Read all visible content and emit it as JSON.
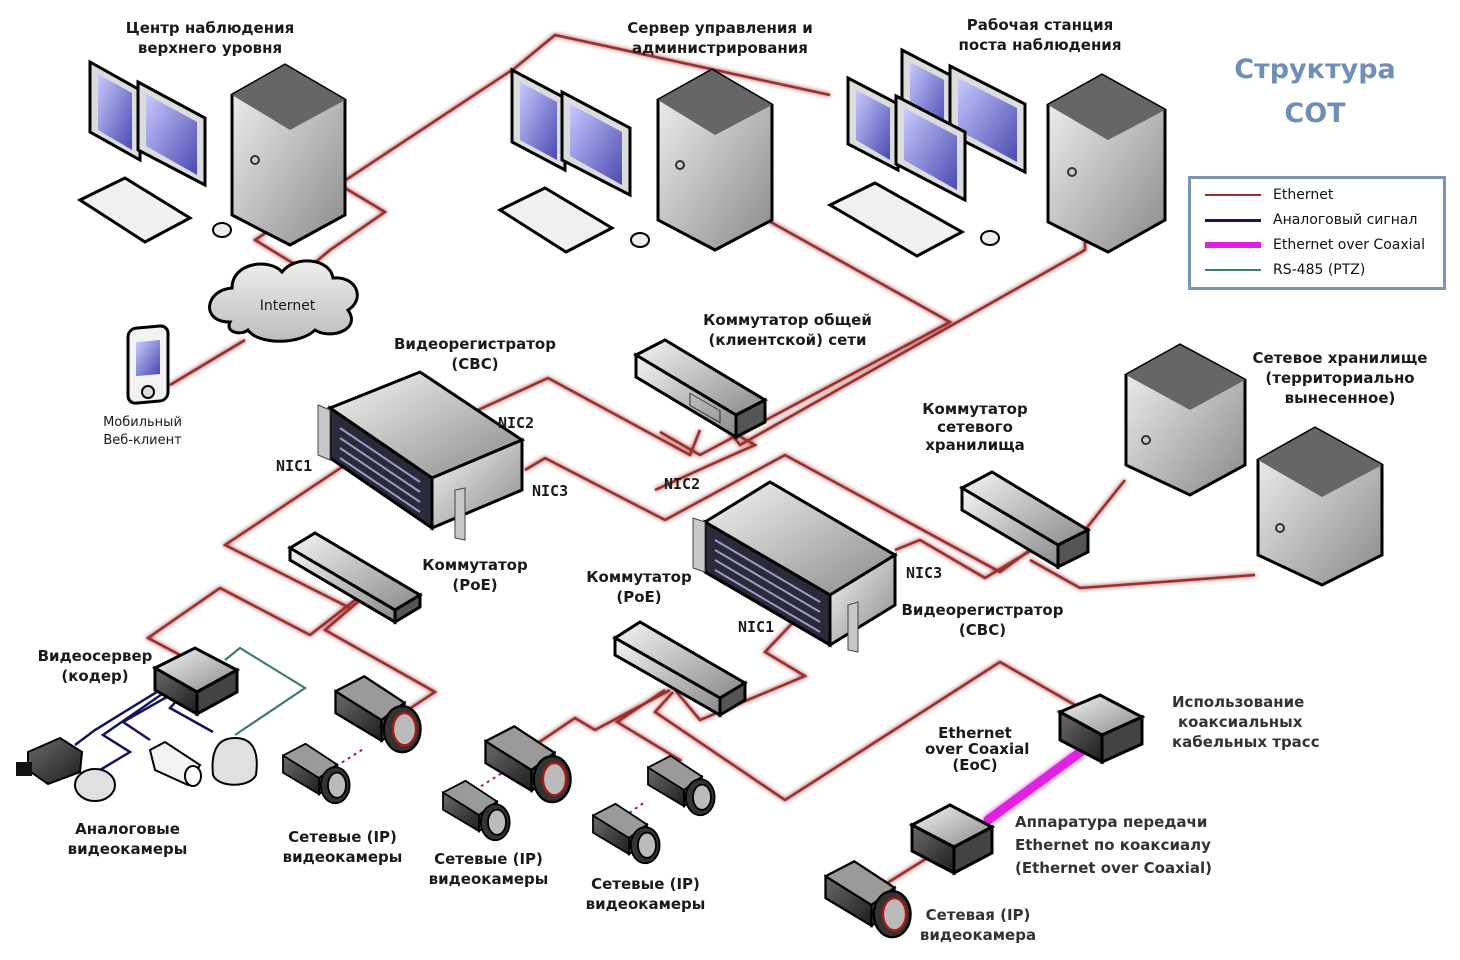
{
  "title": {
    "line1": "Структура",
    "line2": "СОТ",
    "color": "#6f8fb8"
  },
  "legend": {
    "items": [
      {
        "label": "Ethernet",
        "color": "#9b2d2d",
        "style": "thin"
      },
      {
        "label": "Аналоговый сигнал",
        "color": "#14145e",
        "style": "medium"
      },
      {
        "label": "Ethernet over Coaxial",
        "color": "#e020e0",
        "style": "thick"
      },
      {
        "label": "RS-485 (PTZ)",
        "color": "#3f7f5f",
        "style": "thin"
      }
    ]
  },
  "nodes": {
    "upper_center": {
      "line1": "Центр наблюдения",
      "line2": "верхнего уровня"
    },
    "mgmt_server": {
      "line1": "Сервер управления и",
      "line2": "администрирования"
    },
    "workstation": {
      "line1": "Рабочая станция",
      "line2": "поста наблюдения"
    },
    "internet": {
      "label": "Internet"
    },
    "mobile": {
      "line1": "Мобильный",
      "line2": "Веб-клиент"
    },
    "nvr1": {
      "line1": "Видеорегистратор",
      "line2": "(СВС)",
      "nic1": "NIC1",
      "nic2": "NIC2",
      "nic3": "NIC3"
    },
    "client_switch": {
      "line1": "Коммутатор общей",
      "line2": "(клиентской) сети"
    },
    "storage_switch": {
      "line1": "Коммутатор",
      "line2": "сетевого",
      "line3": "хранилища"
    },
    "nas": {
      "line1": "Сетевое хранилище",
      "line2": "(территориально",
      "line3": "вынесенное)"
    },
    "nvr2": {
      "line1": "Видеорегистратор",
      "line2": "(СВС)",
      "nic1": "NIC1",
      "nic2": "NIC2",
      "nic3": "NIC3"
    },
    "poe_switch1": {
      "line1": "Коммутатор",
      "line2": "(PoE)"
    },
    "poe_switch2": {
      "line1": "Коммутатор",
      "line2": "(PoE)"
    },
    "encoder": {
      "line1": "Видеосервер",
      "line2": "(кодер)"
    },
    "analog_cams": {
      "line1": "Аналоговые",
      "line2": "видеокамеры"
    },
    "ip_cams1": {
      "line1": "Сетевые (IP)",
      "line2": "видеокамеры"
    },
    "ip_cams2": {
      "line1": "Сетевые (IP)",
      "line2": "видеокамеры"
    },
    "ip_cams3": {
      "line1": "Сетевые (IP)",
      "line2": "видеокамеры"
    },
    "eoc": {
      "line1": "Ethernet",
      "line2": "over Coaxial",
      "line3": "(EoC)"
    },
    "coax_use": {
      "line1": "Использование",
      "line2": "коаксиальных",
      "line3": "кабельных трасс"
    },
    "eoc_equipment": {
      "line1": "Аппаратура передачи",
      "line2": "Ethernet по коаксиалу",
      "line3": "(Ethernet over Coaxial)"
    },
    "ip_cam_single": {
      "line1": "Сетевая (IP)",
      "line2": "видеокамера"
    }
  }
}
